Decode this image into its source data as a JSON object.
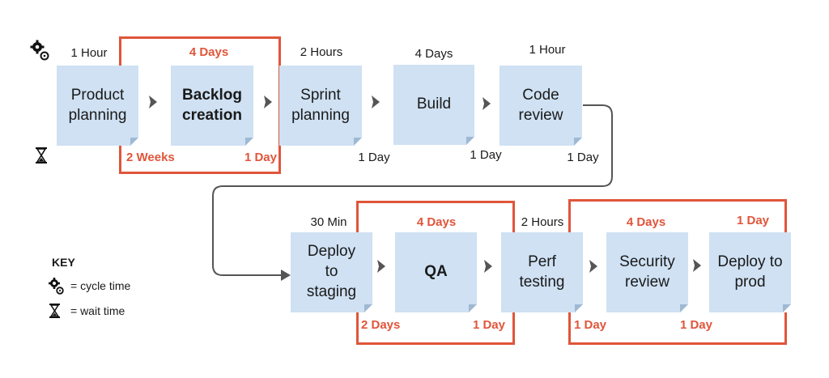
{
  "steps": {
    "product_planning": "Product\nplanning",
    "backlog_creation": "Backlog\ncreation",
    "sprint_planning": "Sprint\nplanning",
    "build": "Build",
    "code_review": "Code\nreview",
    "deploy_staging": "Deploy\nto\nstaging",
    "qa": "QA",
    "perf_testing": "Perf\ntesting",
    "security_review": "Security\nreview",
    "deploy_prod": "Deploy to\nprod"
  },
  "cycle_times": {
    "product_planning": "1 Hour",
    "backlog_creation": "4 Days",
    "sprint_planning": "2 Hours",
    "build": "4 Days",
    "code_review": "1 Hour",
    "deploy_staging": "30 Min",
    "qa": "4 Days",
    "perf_testing": "2 Hours",
    "security_review": "4 Days",
    "deploy_prod": "1 Day"
  },
  "wait_times": {
    "backlog_left": "2 Weeks",
    "backlog_right": "1 Day",
    "sprint_build": "1 Day",
    "build_review": "1 Day",
    "review_staging": "1 Day",
    "staging_qa_left": "2 Days",
    "qa_right": "1 Day",
    "security_left": "1 Day",
    "prod_left": "1 Day"
  },
  "key": {
    "title": "KEY",
    "cycle": "= cycle time",
    "wait": "= wait time"
  },
  "colors": {
    "highlight": "#e0553a",
    "card": "#cfe1f3",
    "arrow": "#555555"
  }
}
